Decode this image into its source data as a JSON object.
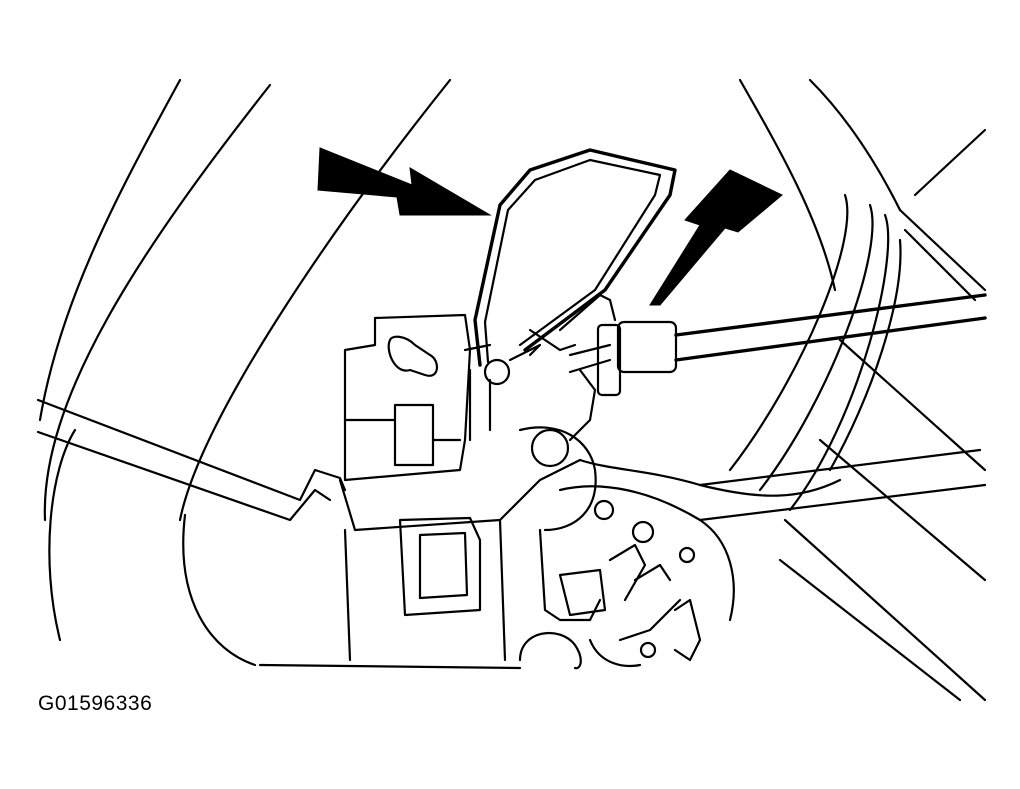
{
  "figure": {
    "id_label": "G01596336",
    "callouts": [
      "arrow-to-lock-rod-clip",
      "arrow-to-cable-end"
    ],
    "colors": {
      "line": "#000000",
      "background": "#ffffff"
    }
  }
}
